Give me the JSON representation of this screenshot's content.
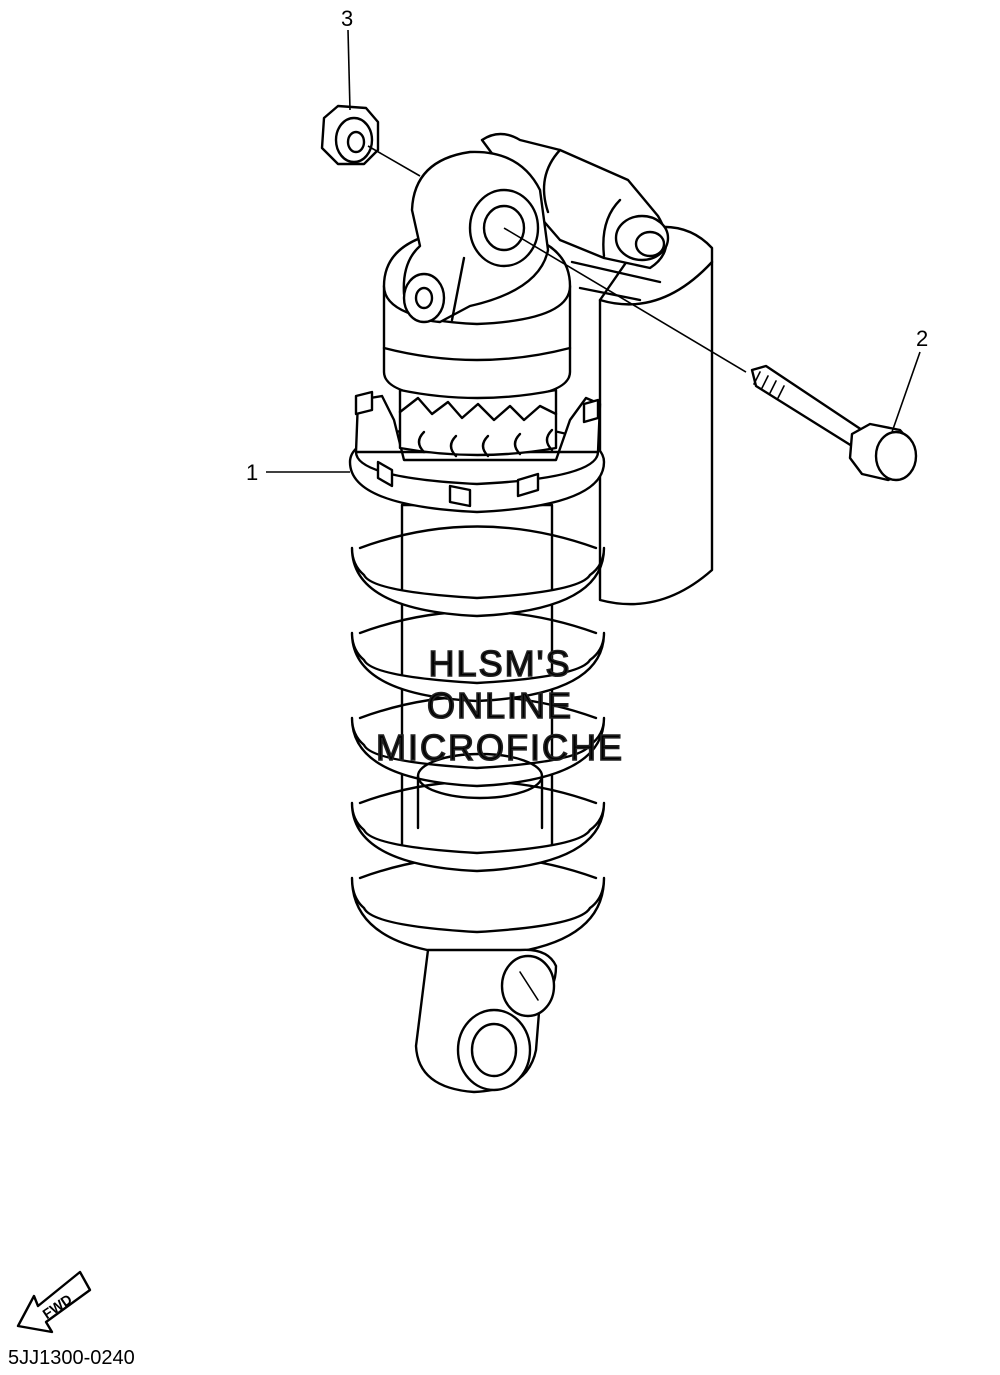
{
  "callouts": [
    {
      "number": "1",
      "part": "rear-shock-absorber-assembly"
    },
    {
      "number": "2",
      "part": "bolt"
    },
    {
      "number": "3",
      "part": "nut"
    }
  ],
  "watermark": {
    "line1": "HLSM'S",
    "line2": "ONLINE",
    "line3": "MICROFICHE"
  },
  "fwd_label": "FWD",
  "diagram_code": "5JJ1300-0240",
  "icons": [
    "fwd-arrow-icon"
  ]
}
